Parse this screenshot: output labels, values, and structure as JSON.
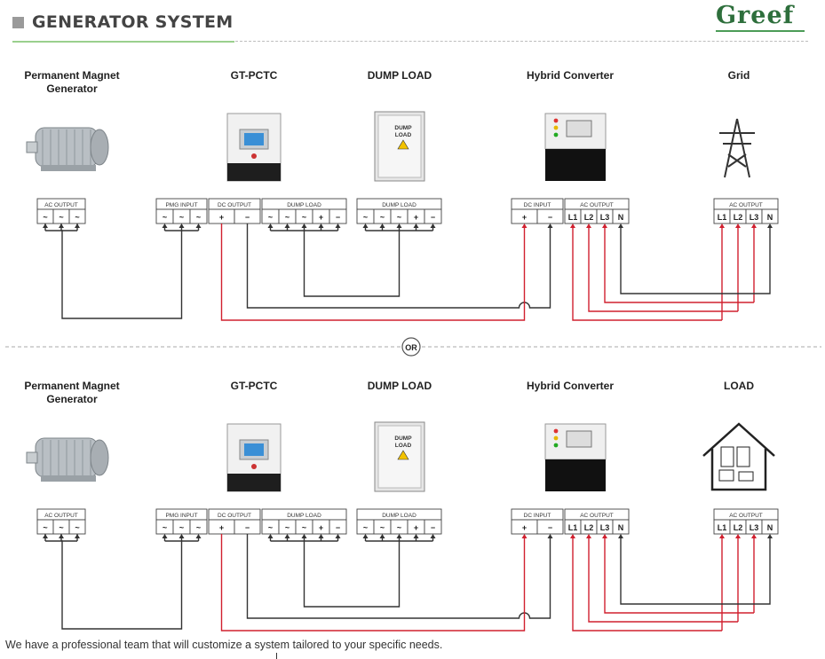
{
  "page": {
    "title": "GENERATOR SYSTEM",
    "brand": "Greef",
    "or_label": "OR",
    "footer": "We have a professional team that will customize a system tailored to your specific needs."
  },
  "colors": {
    "positive": "#d1202f",
    "wire": "#333333",
    "accent_green": "#2e6f3c",
    "rule": "#9ad08d"
  },
  "diagrams": [
    {
      "id": "grid",
      "components": [
        {
          "name": "Permanent Magnet",
          "name2": "Generator",
          "icon": "generator-motor-icon"
        },
        {
          "name": "GT-PCTC",
          "icon": "controller-cabinet-icon"
        },
        {
          "name": "DUMP LOAD",
          "icon": "dump-load-cabinet-icon",
          "panel": "DUMP LOAD"
        },
        {
          "name": "Hybrid Converter",
          "icon": "hybrid-converter-icon"
        },
        {
          "name": "Grid",
          "icon": "transmission-tower-icon"
        }
      ],
      "terminals": {
        "gen_ac": {
          "title": "AC OUTPUT",
          "cells": [
            "~",
            "~",
            "~"
          ]
        },
        "pctc_pmg": {
          "title": "PMG INPUT",
          "cells": [
            "~",
            "~",
            "~"
          ]
        },
        "pctc_dc": {
          "title": "DC OUTPUT",
          "cells": [
            "+",
            "−"
          ]
        },
        "pctc_dump": {
          "title": "DUMP LOAD",
          "cells": [
            "~",
            "~",
            "~",
            "+",
            "−"
          ]
        },
        "dump": {
          "title": "DUMP LOAD",
          "cells": [
            "~",
            "~",
            "~",
            "+",
            "−"
          ]
        },
        "conv_dc": {
          "title": "DC INPUT",
          "cells": [
            "+",
            "−"
          ]
        },
        "conv_ac": {
          "title": "AC OUTPUT",
          "cells": [
            "L1",
            "L2",
            "L3",
            "N"
          ]
        },
        "end": {
          "title": "AC OUTPUT",
          "cells": [
            "L1",
            "L2",
            "L3",
            "N"
          ]
        }
      }
    },
    {
      "id": "load",
      "components": [
        {
          "name": "Permanent Magnet",
          "name2": "Generator",
          "icon": "generator-motor-icon"
        },
        {
          "name": "GT-PCTC",
          "icon": "controller-cabinet-icon"
        },
        {
          "name": "DUMP LOAD",
          "icon": "dump-load-cabinet-icon",
          "panel": "DUMP LOAD"
        },
        {
          "name": "Hybrid Converter",
          "icon": "hybrid-converter-icon"
        },
        {
          "name": "LOAD",
          "icon": "house-load-icon"
        }
      ],
      "terminals": {
        "gen_ac": {
          "title": "AC OUTPUT",
          "cells": [
            "~",
            "~",
            "~"
          ]
        },
        "pctc_pmg": {
          "title": "PMG INPUT",
          "cells": [
            "~",
            "~",
            "~"
          ]
        },
        "pctc_dc": {
          "title": "DC OUTPUT",
          "cells": [
            "+",
            "−"
          ]
        },
        "pctc_dump": {
          "title": "DUMP LOAD",
          "cells": [
            "~",
            "~",
            "~",
            "+",
            "−"
          ]
        },
        "dump": {
          "title": "DUMP LOAD",
          "cells": [
            "~",
            "~",
            "~",
            "+",
            "−"
          ]
        },
        "conv_dc": {
          "title": "DC INPUT",
          "cells": [
            "+",
            "−"
          ]
        },
        "conv_ac": {
          "title": "AC OUTPUT",
          "cells": [
            "L1",
            "L2",
            "L3",
            "N"
          ]
        },
        "end": {
          "title": "AC OUTPUT",
          "cells": [
            "L1",
            "L2",
            "L3",
            "N"
          ]
        }
      }
    }
  ]
}
